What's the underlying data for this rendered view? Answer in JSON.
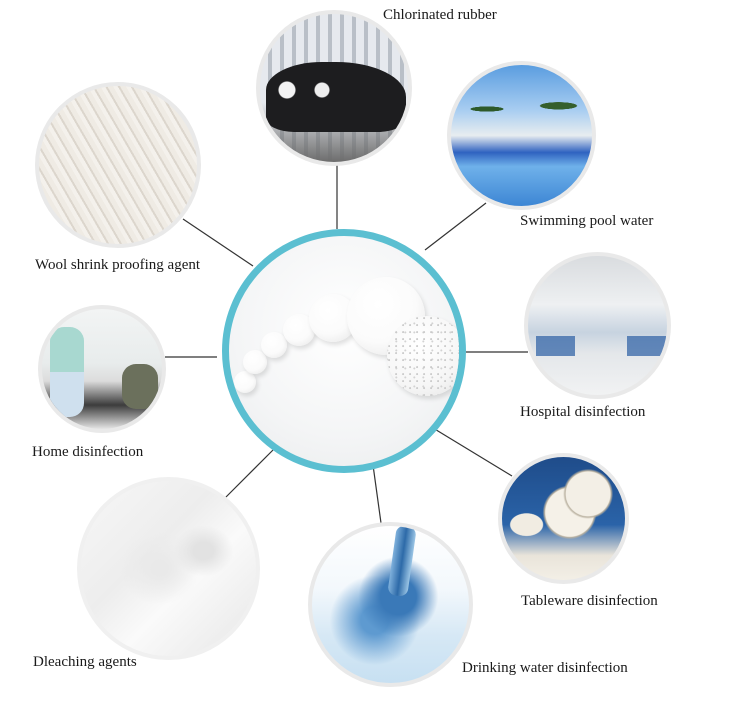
{
  "diagram": {
    "type": "hub-and-spoke",
    "center": {
      "subject": "white chlorine tablets",
      "ring_color": "#5bbfd1"
    },
    "applications": [
      {
        "id": "chlorinated-rubber",
        "label": "Chlorinated rubber",
        "image": "dairy cows in stalls"
      },
      {
        "id": "swimming-pool",
        "label": "Swimming pool water",
        "image": "resort swimming pool with palms"
      },
      {
        "id": "hospital",
        "label": "Hospital disinfection",
        "image": "hospital corridor"
      },
      {
        "id": "tableware",
        "label": "Tableware disinfection",
        "image": "porcelain plates and bowls"
      },
      {
        "id": "drinking-water",
        "label": "Drinking water disinfection",
        "image": "splashing water"
      },
      {
        "id": "bleaching",
        "label": "Dleaching agents",
        "image": "white fabric folds"
      },
      {
        "id": "home",
        "label": "Home disinfection",
        "image": "people cleaning kitchen"
      },
      {
        "id": "wool",
        "label": "Wool shrink proofing agent",
        "image": "white wool fibers"
      }
    ],
    "connector_color": "#333333",
    "node_border_color": "#e9e9e9"
  }
}
